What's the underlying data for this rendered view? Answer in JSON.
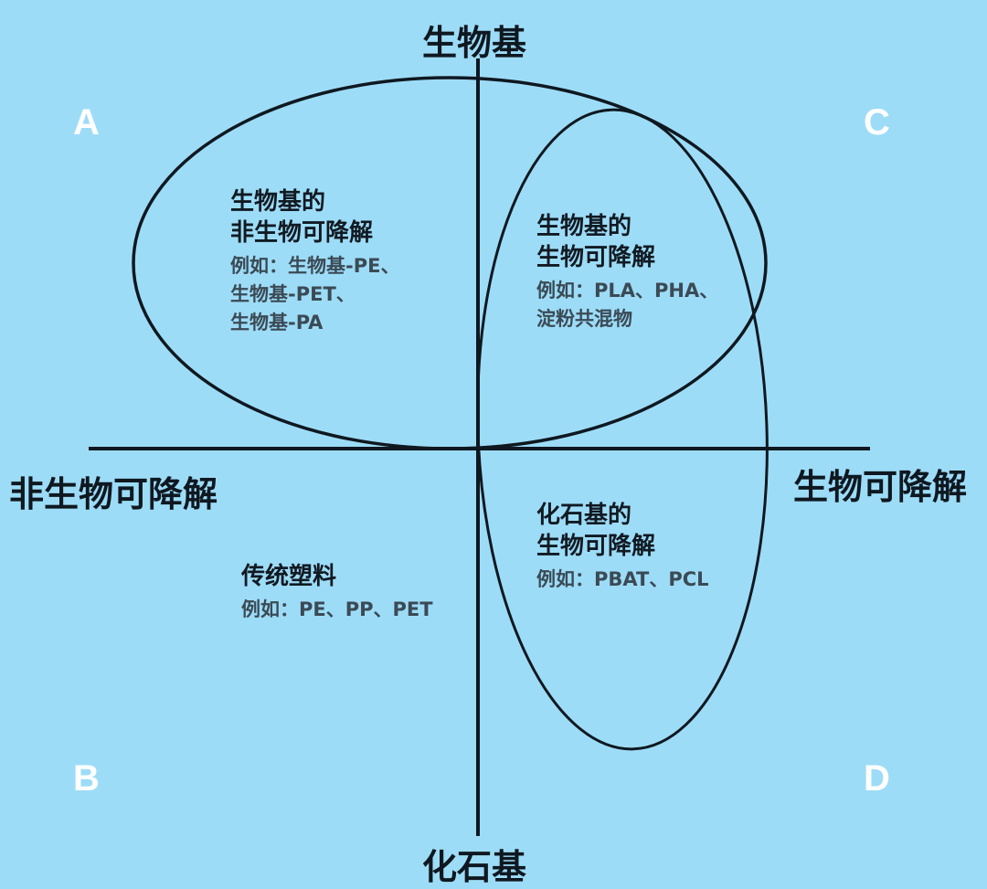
{
  "colors": {
    "background": "#9ddcf7",
    "line": "#0f1820",
    "corner_label": "#ffffff",
    "example_text": "#3b4a55"
  },
  "axes": {
    "top": "生物基",
    "bottom": "化石基",
    "left": "非生物可降解",
    "right": "生物可降解"
  },
  "corners": {
    "A": "A",
    "B": "B",
    "C": "C",
    "D": "D"
  },
  "regions": {
    "bio_nondegradable": {
      "title_lines": [
        "生物基的",
        "非生物可降解"
      ],
      "example_lines": [
        "例如：生物基-PE、",
        "生物基-PET、",
        "生物基-PA"
      ]
    },
    "bio_degradable": {
      "title_lines": [
        "生物基的",
        "生物可降解"
      ],
      "example_lines": [
        "例如：PLA、PHA、",
        "淀粉共混物"
      ]
    },
    "fossil_degradable": {
      "title_lines": [
        "化石基的",
        "生物可降解"
      ],
      "example_lines": [
        "例如：PBAT、PCL"
      ]
    },
    "conventional": {
      "title_lines": [
        "传统塑料"
      ],
      "example_lines": [
        "例如：PE、PP、PET"
      ]
    }
  }
}
